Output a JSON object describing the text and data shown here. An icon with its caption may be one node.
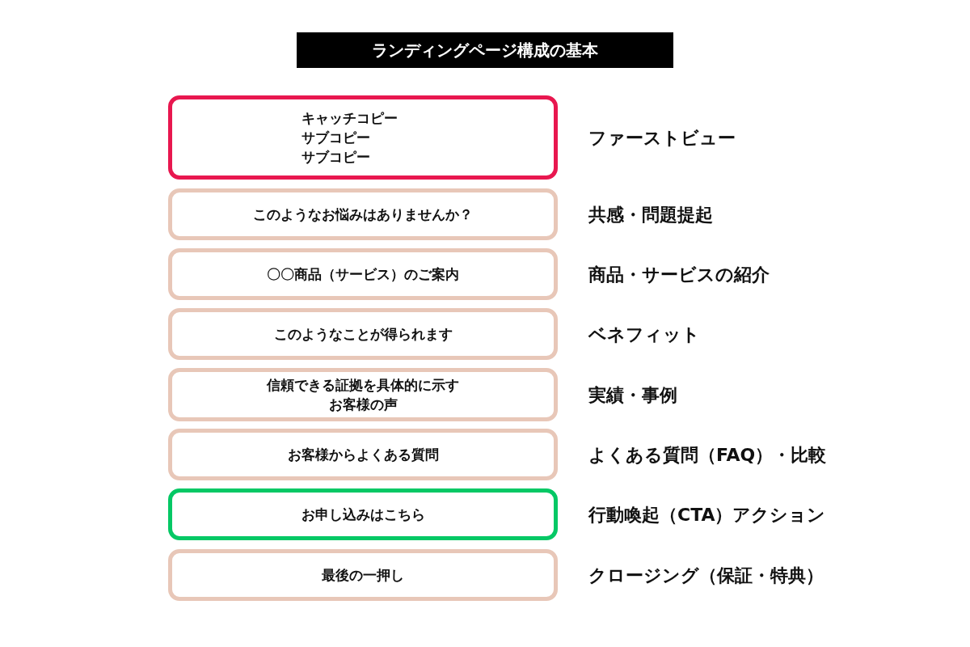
{
  "diagram": {
    "title": "ランディングページ構成の基本",
    "nodes": [
      {
        "text": [
          "キャッチコピー",
          "サブコピー",
          "サブコピー"
        ],
        "beside": [
          "ファーストビュー"
        ]
      },
      {
        "text": [
          "このようなお悩みはありませんか？"
        ],
        "beside": [
          "共感・問題提起"
        ]
      },
      {
        "text": [
          "〇〇商品（サービス）のご案内"
        ],
        "beside": [
          "商品・サービスの紹介"
        ]
      },
      {
        "text": [
          "このようなことが得られます"
        ],
        "beside": [
          "ベネフィット"
        ]
      },
      {
        "text": [
          "信頼できる証拠を具体的に示す",
          "お客様の声"
        ],
        "beside": [
          "実績・事例"
        ]
      },
      {
        "text": [
          "お客様からよくある質問"
        ],
        "beside": [
          "よくある質問（FAQ）・比較"
        ]
      },
      {
        "text": [
          "お申し込みはこちら"
        ],
        "beside": [
          "行動喚起（CTA）アクション"
        ]
      },
      {
        "text": [
          "最後の一押し"
        ],
        "beside": [
          "クロージング（保証・特典）"
        ]
      }
    ],
    "edges": []
  }
}
